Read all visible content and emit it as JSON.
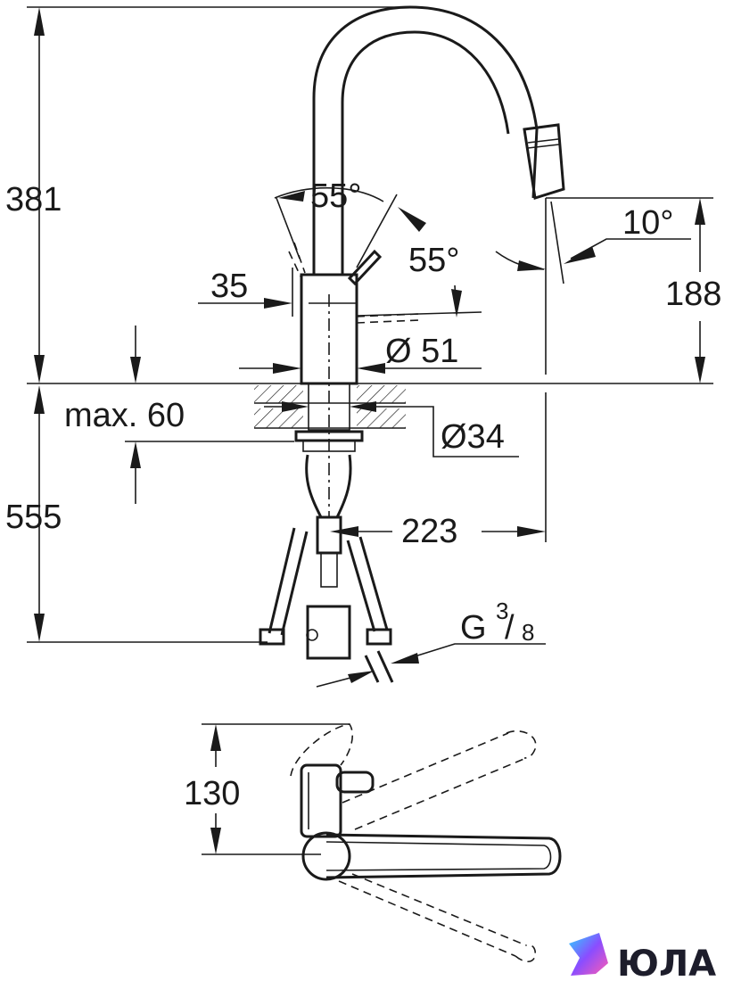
{
  "dimensions": {
    "spout_height": "381",
    "lever_swing_angle": "55°",
    "lever_side_angle": "55°",
    "lever_offset": "35",
    "spray_tilt_angle": "10°",
    "spray_height": "188",
    "body_diameter": "Ø 51",
    "max_deck_thickness": "max. 60",
    "hole_diameter": "Ø34",
    "below_deck_length": "555",
    "spout_reach": "223",
    "connection_thread": "G",
    "thread_numerator": "3",
    "thread_denominator": "8",
    "top_view_depth": "130"
  },
  "logo": {
    "brand_text": "ЮЛА"
  },
  "colors": {
    "line": "#1a1a1a",
    "logo_text": "#1d1d2b",
    "logo_gradient_start": "#2bd4ff",
    "logo_gradient_mid": "#8a4dff",
    "logo_gradient_end": "#ff5db1"
  }
}
